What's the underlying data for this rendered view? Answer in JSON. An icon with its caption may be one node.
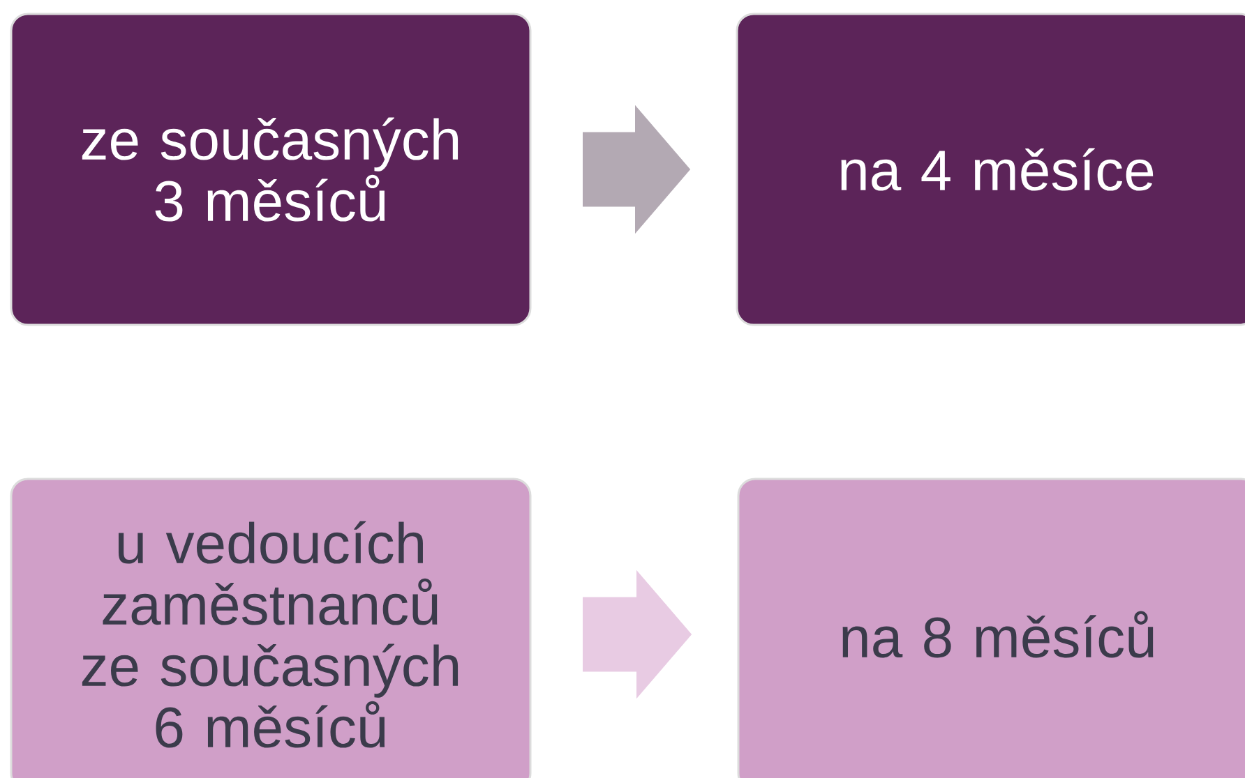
{
  "diagram": {
    "nodes": [
      {
        "text": [
          "ze současných 3 měsíců"
        ]
      },
      {
        "text": [
          "na 4 měsíce"
        ]
      },
      {
        "text": [
          "u vedoucích zaměstnanců ze současných 6 měsíců"
        ]
      },
      {
        "text": [
          "na 8 měsíců"
        ]
      }
    ],
    "edges": [
      {
        "from": 0,
        "to": 1,
        "arrow": "to",
        "color": "#b3a9b3"
      },
      {
        "from": 2,
        "to": 3,
        "arrow": "to",
        "color": "#e8cbe3"
      }
    ]
  }
}
